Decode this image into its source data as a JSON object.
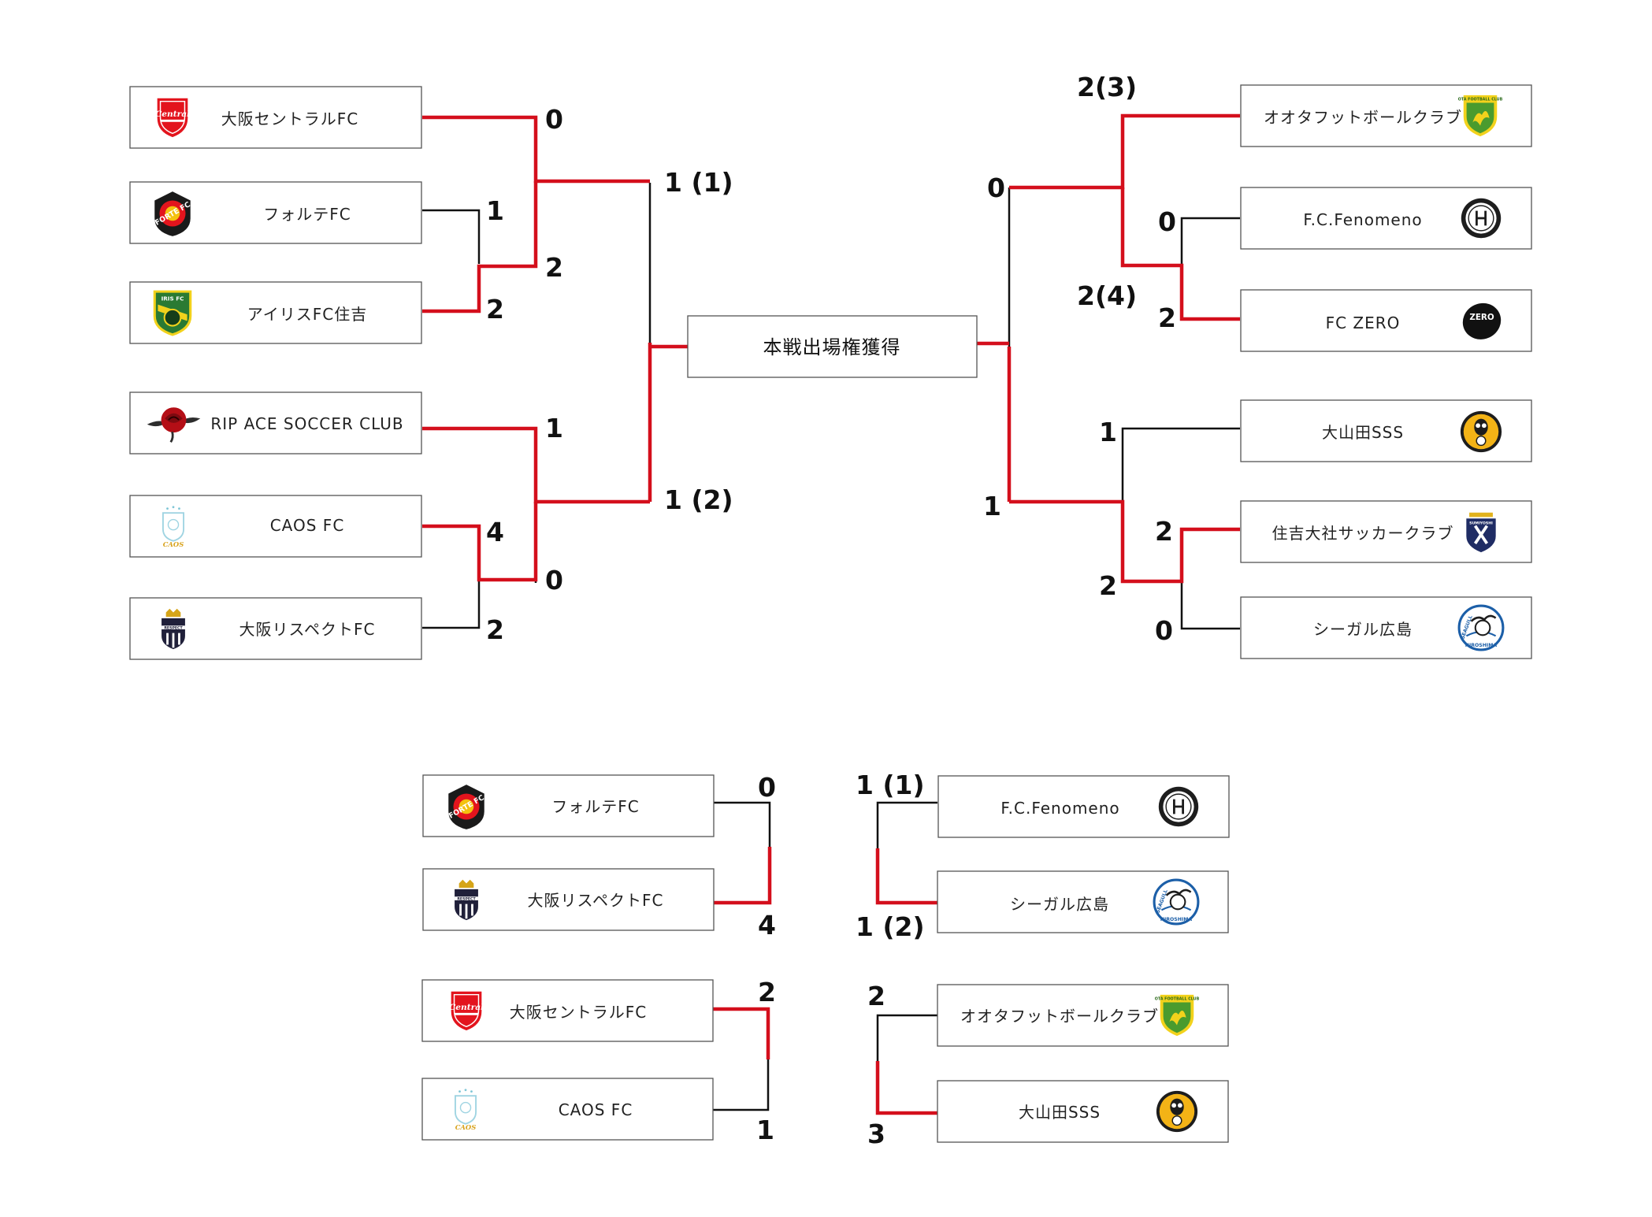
{
  "center": {
    "label": "本戦出場権獲得"
  },
  "colors": {
    "win_line": "#d40f1c",
    "loss_line": "#111111"
  },
  "teams": {
    "left_1": {
      "name": "大阪セントラルFC",
      "logo": "osaka-central-crest-icon"
    },
    "left_2": {
      "name": "フォルテFC",
      "logo": "forte-fc-crest-icon"
    },
    "left_3": {
      "name": "アイリスFC住吉",
      "logo": "iris-fc-crest-icon"
    },
    "left_4": {
      "name": "RIP ACE SOCCER CLUB",
      "logo": "rose-icon"
    },
    "left_5": {
      "name": "CAOS FC",
      "logo": "caos-fc-crest-icon"
    },
    "left_6": {
      "name": "大阪リスペクトFC",
      "logo": "respect-crown-crest-icon"
    },
    "right_1": {
      "name": "オオタフットボールクラブ",
      "logo": "ota-football-crest-icon"
    },
    "right_2": {
      "name": "F.C.Fenomeno",
      "logo": "fenomeno-round-icon"
    },
    "right_3": {
      "name": "FC ZERO",
      "logo": "zero-oval-icon"
    },
    "right_4": {
      "name": "大山田SSS",
      "logo": "oyamada-mascot-icon"
    },
    "right_5": {
      "name": "住吉大社サッカークラブ",
      "logo": "sumiyoshi-crest-icon"
    },
    "right_6": {
      "name": "シーガル広島",
      "logo": "seagull-hiroshima-icon"
    },
    "bl_1": {
      "name": "フォルテFC",
      "logo": "forte-fc-crest-icon"
    },
    "bl_2": {
      "name": "大阪リスペクトFC",
      "logo": "respect-crown-crest-icon"
    },
    "bl_3": {
      "name": "大阪セントラルFC",
      "logo": "osaka-central-crest-icon"
    },
    "bl_4": {
      "name": "CAOS FC",
      "logo": "caos-fc-crest-icon"
    },
    "br_1": {
      "name": "F.C.Fenomeno",
      "logo": "fenomeno-round-icon"
    },
    "br_2": {
      "name": "シーガル広島",
      "logo": "seagull-hiroshima-icon"
    },
    "br_3": {
      "name": "オオタフットボールクラブ",
      "logo": "ota-football-crest-icon"
    },
    "br_4": {
      "name": "大山田SSS",
      "logo": "oyamada-mascot-icon"
    }
  },
  "scores": {
    "l_central": "0",
    "l_forte": "1",
    "l_iris": "2",
    "l_iris_r2": "2",
    "l_ripace": "1",
    "l_caos": "4",
    "l_respect": "2",
    "l_caos_r2": "0",
    "l_semi_top": "1 (1)",
    "l_semi_bottom": "1 (2)",
    "r_ota": "2(3)",
    "r_fenomeno": "0",
    "r_zero": "2",
    "r_zero_r2": "2(4)",
    "r_oyamada": "1",
    "r_sumiyoshi": "2",
    "r_seagull": "0",
    "r_sumiyoshi_r2": "2",
    "r_semi_top": "0",
    "r_semi_bottom": "1",
    "bl_forte": "0",
    "bl_respect": "4",
    "bl_central": "2",
    "bl_caos": "1",
    "br_fenomeno": "1 (1)",
    "br_seagull": "1 (2)",
    "br_ota": "2",
    "br_oyamada": "3"
  }
}
